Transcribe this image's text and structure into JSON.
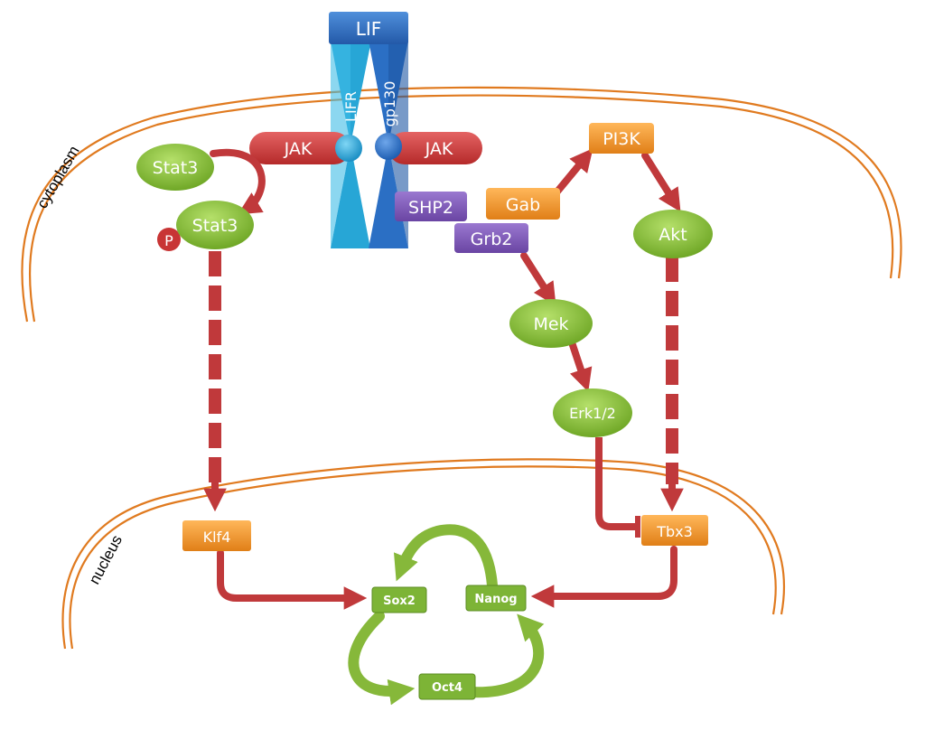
{
  "colors": {
    "membrane": "#e07a1f",
    "arrow": "#c0393b",
    "jak": "#d23f3f",
    "green_node": "#7fbf2a",
    "orange_box": "#f29a2e",
    "purple_box": "#7b54b3",
    "lif_blue": "#2f6fbf",
    "lifr_cyan": "#27a6d6",
    "gp130_blue": "#2b6fc4",
    "loop_green": "#86b83a"
  },
  "compartments": {
    "cytoplasm": "cytoplasm",
    "nucleus": "nucleus"
  },
  "receptor": {
    "ligand": "LIF",
    "lifr": "LIFR",
    "gp130": "gp130"
  },
  "kinases": {
    "jak_left": "JAK",
    "jak_right": "JAK"
  },
  "nodes": {
    "stat3_inactive": "Stat3",
    "stat3_active": "Stat3",
    "phospho": "P",
    "shp2": "SHP2",
    "grb2": "Grb2",
    "gab": "Gab",
    "pi3k": "PI3K",
    "akt": "Akt",
    "mek": "Mek",
    "erk": "Erk1/2",
    "klf4": "Klf4",
    "tbx3": "Tbx3",
    "sox2": "Sox2",
    "nanog": "Nanog",
    "oct4": "Oct4"
  }
}
